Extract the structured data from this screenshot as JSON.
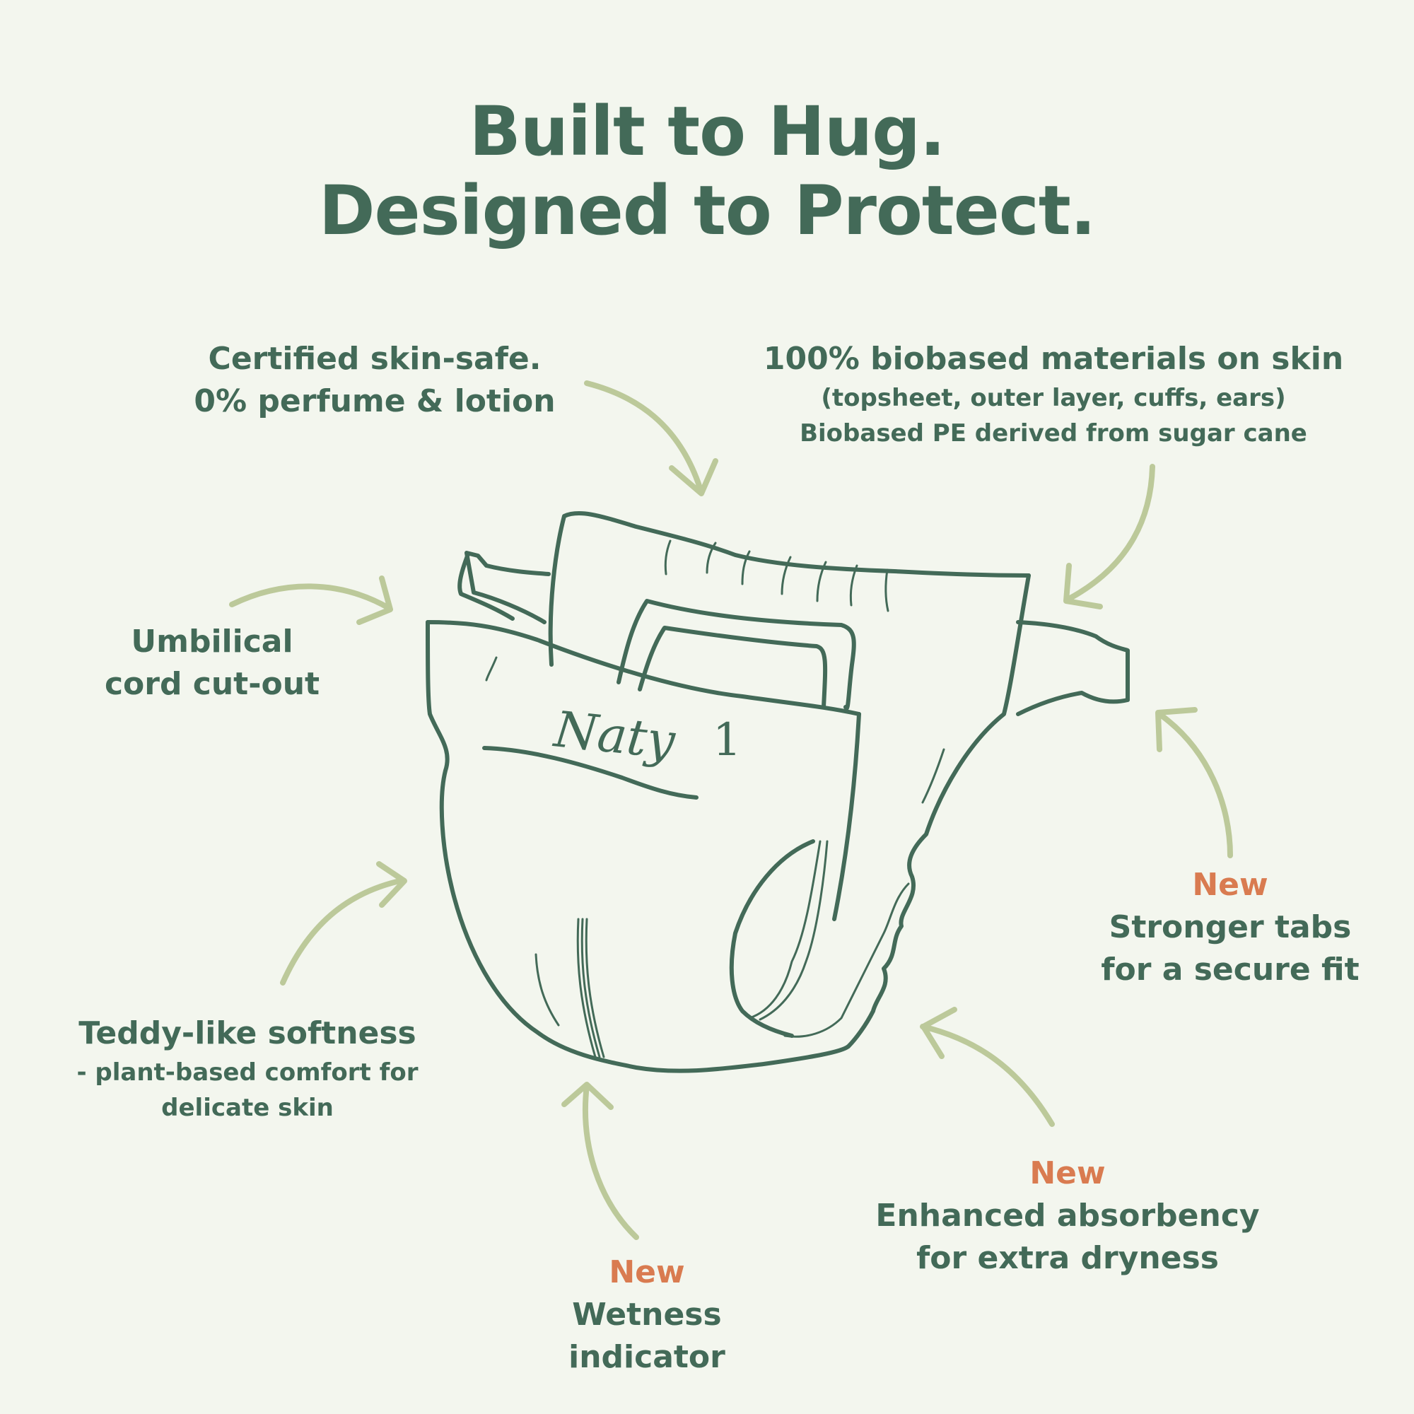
{
  "headline": {
    "line1": "Built to Hug.",
    "line2": "Designed to Protect."
  },
  "diaper": {
    "brand": "Naty",
    "size_mark": "1"
  },
  "callouts": {
    "skin_safe": {
      "line1": "Certified skin-safe.",
      "line2": "0% perfume & lotion"
    },
    "biobased": {
      "line1": "100% biobased materials on skin",
      "line2": "(topsheet, outer layer, cuffs, ears)",
      "line3": "Biobased PE derived from sugar cane"
    },
    "umbilical": {
      "line1": "Umbilical",
      "line2": "cord cut-out"
    },
    "tabs": {
      "badge": "New",
      "line1": "Stronger tabs",
      "line2": "for a secure fit"
    },
    "teddy": {
      "line1": "Teddy-like softness",
      "line2": "- plant-based comfort for",
      "line3": "delicate skin"
    },
    "absorbency": {
      "badge": "New",
      "line1": "Enhanced absorbency",
      "line2": "for extra dryness"
    },
    "wetness": {
      "badge": "New",
      "line1": "Wetness",
      "line2": "indicator"
    }
  },
  "colors": {
    "background": "#f3f6ee",
    "text": "#436a58",
    "accent_new": "#d97b50",
    "arrows": "#bcc99a"
  }
}
